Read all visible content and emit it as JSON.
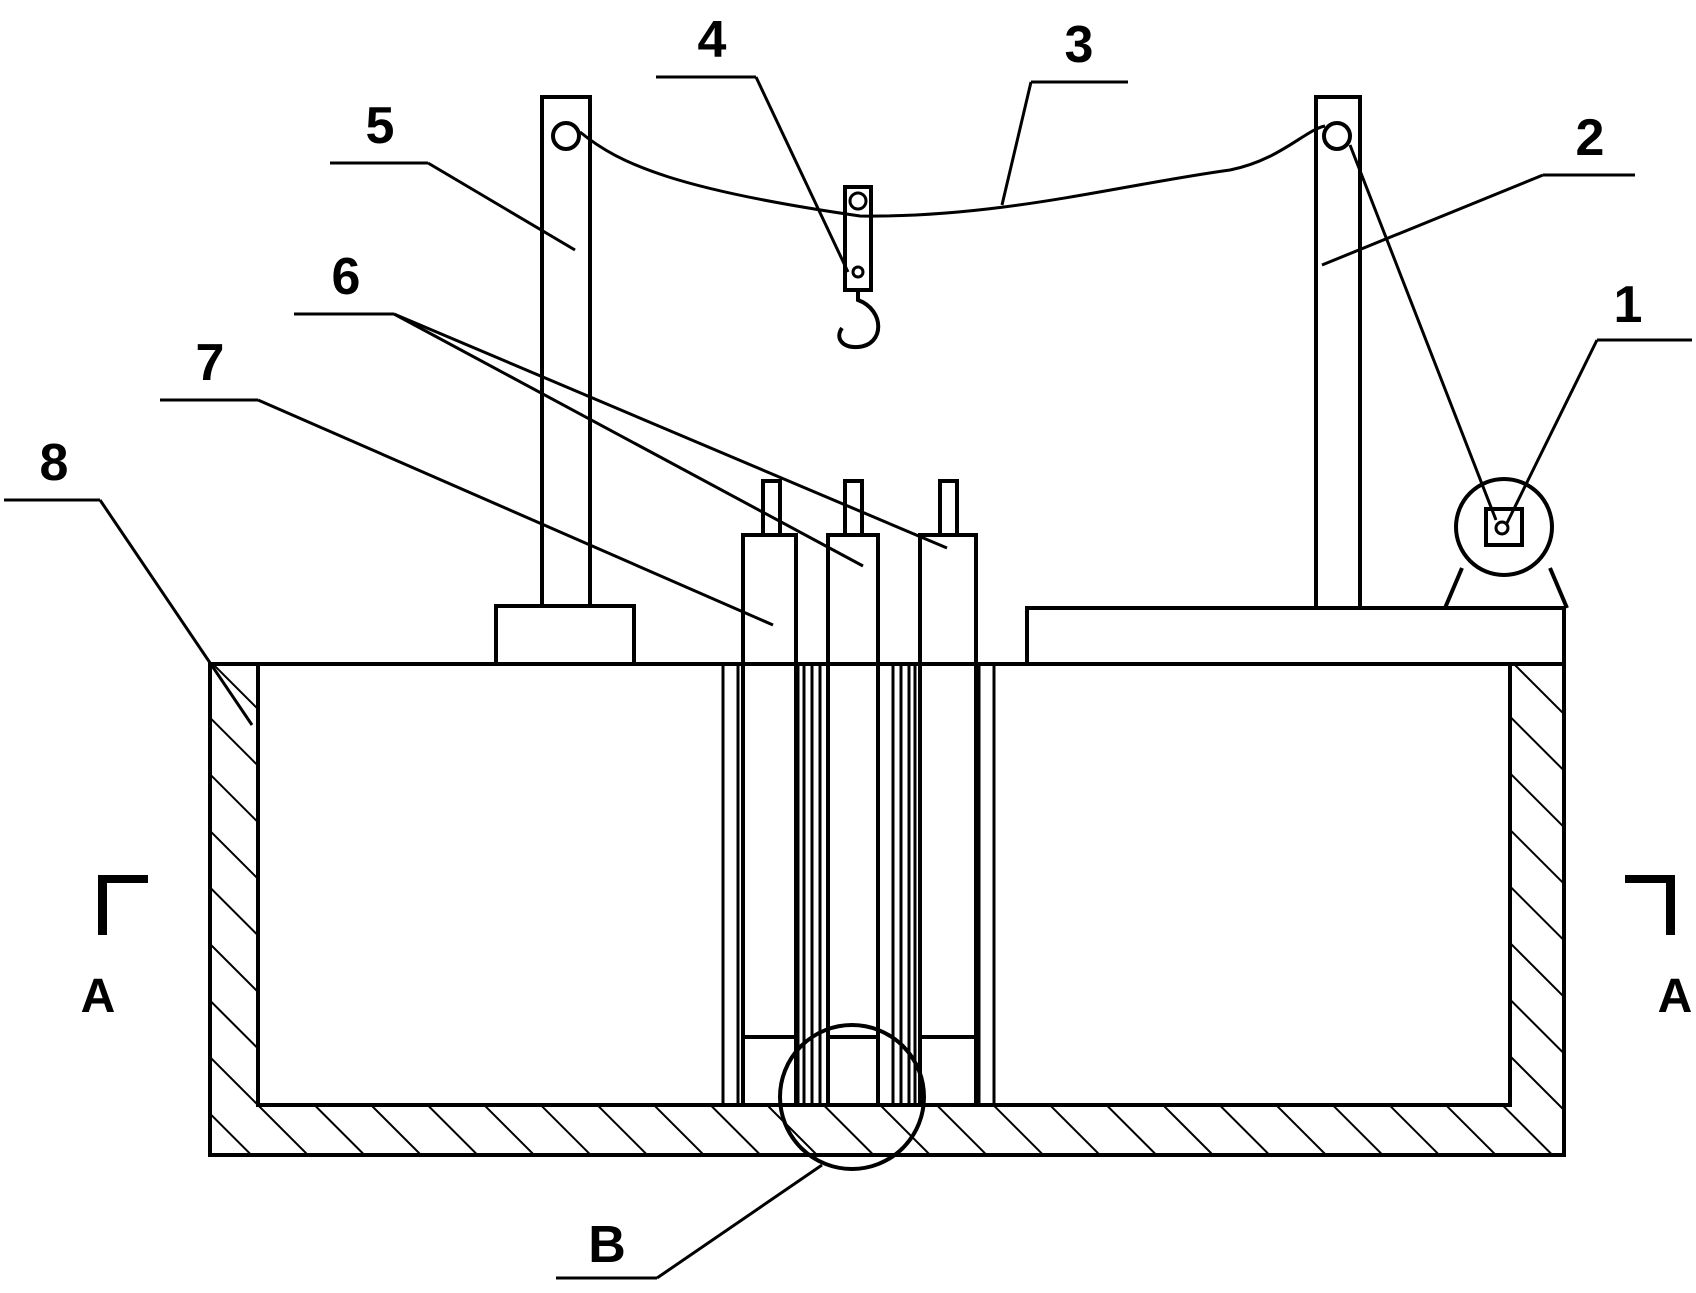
{
  "callouts": [
    {
      "id": "1",
      "label": "1",
      "target": "winch"
    },
    {
      "id": "2",
      "label": "2",
      "target": "right-post"
    },
    {
      "id": "3",
      "label": "3",
      "target": "cable"
    },
    {
      "id": "4",
      "label": "4",
      "target": "hook"
    },
    {
      "id": "5",
      "label": "5",
      "target": "left-post"
    },
    {
      "id": "6",
      "label": "6",
      "target": "piles"
    },
    {
      "id": "7",
      "label": "7",
      "target": "guide-sleeve"
    },
    {
      "id": "8",
      "label": "8",
      "target": "tank-wall"
    },
    {
      "id": "B",
      "label": "B",
      "target": "detail-circle"
    }
  ],
  "section_marks": [
    {
      "side": "left",
      "label": "A"
    },
    {
      "side": "right",
      "label": "A"
    }
  ]
}
